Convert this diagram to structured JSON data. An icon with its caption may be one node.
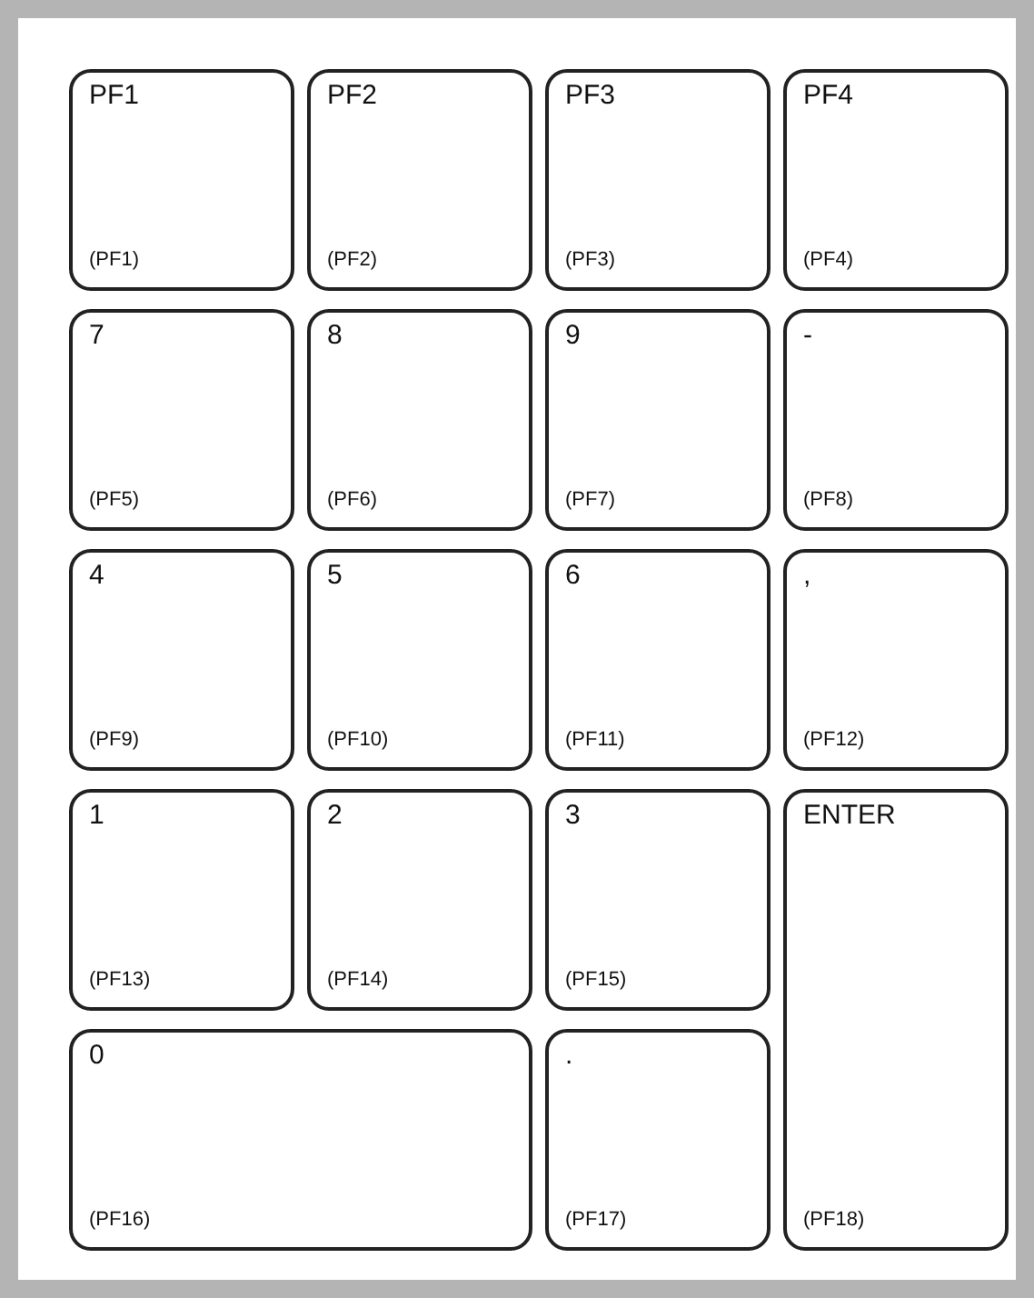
{
  "diagram": {
    "nodes": [
      {
        "text": [
          "PF1",
          "(PF1)"
        ]
      },
      {
        "text": [
          "PF2",
          "(PF2)"
        ]
      },
      {
        "text": [
          "PF3",
          "(PF3)"
        ]
      },
      {
        "text": [
          "PF4",
          "(PF4)"
        ]
      },
      {
        "text": [
          "7",
          "(PF5)"
        ]
      },
      {
        "text": [
          "8",
          "(PF6)"
        ]
      },
      {
        "text": [
          "9",
          "(PF7)"
        ]
      },
      {
        "text": [
          "-",
          "(PF8)"
        ]
      },
      {
        "text": [
          "4",
          "(PF9)"
        ]
      },
      {
        "text": [
          "5",
          "(PF10)"
        ]
      },
      {
        "text": [
          "6",
          "(PF11)"
        ]
      },
      {
        "text": [
          ",",
          "(PF12)"
        ]
      },
      {
        "text": [
          "1",
          "(PF13)"
        ]
      },
      {
        "text": [
          "2",
          "(PF14)"
        ]
      },
      {
        "text": [
          "3",
          "(PF15)"
        ]
      },
      {
        "text": [
          "ENTER",
          "(PF18)"
        ]
      },
      {
        "text": [
          "0",
          "(PF16)"
        ]
      },
      {
        "text": [
          ".",
          "(PF17)"
        ]
      }
    ]
  }
}
